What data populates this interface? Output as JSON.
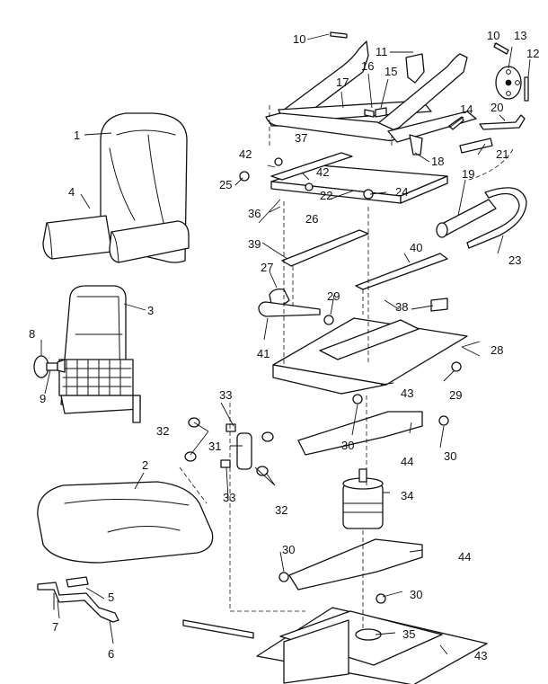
{
  "callouts": {
    "c1": "1",
    "c2": "2",
    "c3": "3",
    "c4": "4",
    "c5": "5",
    "c6": "6",
    "c7": "7",
    "c8": "8",
    "c9": "9",
    "c10a": "10",
    "c10b": "10",
    "c11": "11",
    "c12": "12",
    "c13": "13",
    "c14": "14",
    "c15": "15",
    "c16": "16",
    "c17": "17",
    "c18": "18",
    "c19": "19",
    "c20": "20",
    "c21": "21",
    "c22": "22",
    "c23": "23",
    "c24": "24",
    "c25": "25",
    "c26": "26",
    "c27": "27",
    "c28": "28",
    "c29a": "29",
    "c29b": "29",
    "c30a": "30",
    "c30b": "30",
    "c30c": "30",
    "c30d": "30",
    "c31": "31",
    "c32a": "32",
    "c32b": "32",
    "c33a": "33",
    "c33b": "33",
    "c34": "34",
    "c35": "35",
    "c36": "36",
    "c37": "37",
    "c38": "38",
    "c39": "39",
    "c40": "40",
    "c41": "41",
    "c42a": "42",
    "c42b": "42",
    "c43a": "43",
    "c43b": "43",
    "c44a": "44",
    "c44b": "44"
  }
}
